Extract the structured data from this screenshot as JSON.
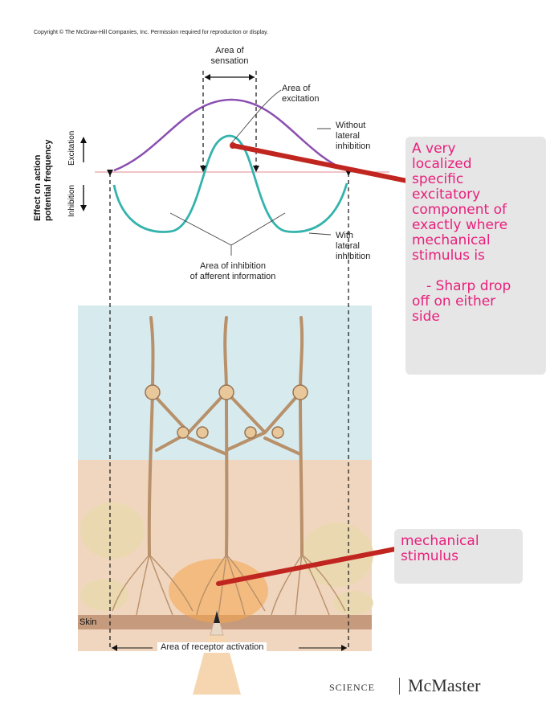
{
  "copyright": "Copyright © The McGraw-Hill Companies, Inc. Permission required for reproduction or display.",
  "graph": {
    "y_axis_title_line1": "Effect on action",
    "y_axis_title_line2": "potential frequency",
    "excitation_label": "Excitation",
    "inhibition_label": "Inhibition",
    "area_of_sensation_line1": "Area of",
    "area_of_sensation_line2": "sensation",
    "area_of_excitation_line1": "Area of",
    "area_of_excitation_line2": "excitation",
    "without_lateral_line1": "Without",
    "without_lateral_line2": "lateral",
    "without_lateral_line3": "inhibition",
    "with_lateral_line1": "With",
    "with_lateral_line2": "lateral",
    "with_lateral_line3": "inhibition",
    "area_inhibition_line1": "Area of inhibition",
    "area_inhibition_line2": "of afferent information",
    "colors": {
      "without": "#8a4fb0",
      "with": "#34b3ad",
      "baseline": "#e8a0a8",
      "pointer": "#c0261f"
    }
  },
  "callout_top": {
    "line1": "A very",
    "line2": "localized",
    "line3": "specific",
    "line4": "excitatory",
    "line5": "component of",
    "line6": "exactly where",
    "line7": "mechanical",
    "line8": "stimulus is",
    "line9": "- Sharp drop",
    "line10": "off on either",
    "line11": "side"
  },
  "callout_bottom": {
    "line1": "mechanical",
    "line2": "stimulus"
  },
  "skin_label": "Skin",
  "area_receptor_activation": "Area of receptor activation",
  "footer": {
    "science": "SCIENCE",
    "mcmaster": "McMaster"
  }
}
